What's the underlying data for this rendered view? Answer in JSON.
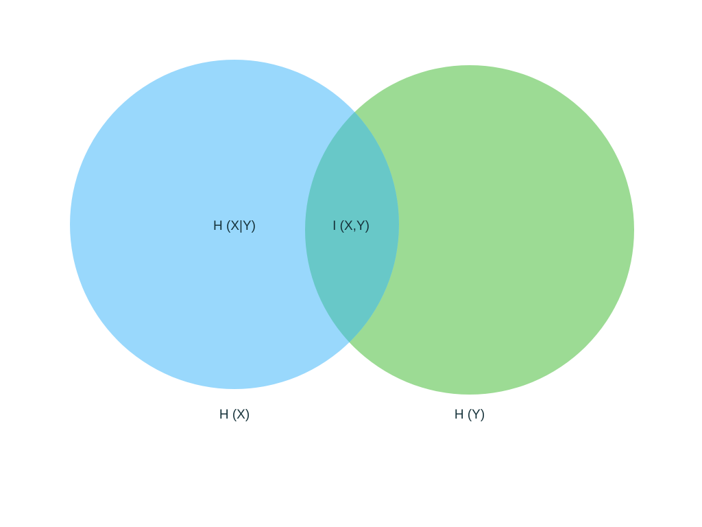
{
  "diagram": {
    "type": "venn",
    "colors": {
      "background": "#ffffff",
      "set_x": "#99d8fc",
      "set_y": "#9cdb94",
      "overlap": "#68c8c8",
      "text": "#16323a"
    },
    "sets": {
      "x": {
        "label": "H (X)"
      },
      "y": {
        "label": "H (Y)"
      }
    },
    "regions": {
      "x_only": {
        "label": "H (X|Y)"
      },
      "overlap": {
        "label": "I (X,Y)"
      }
    }
  }
}
